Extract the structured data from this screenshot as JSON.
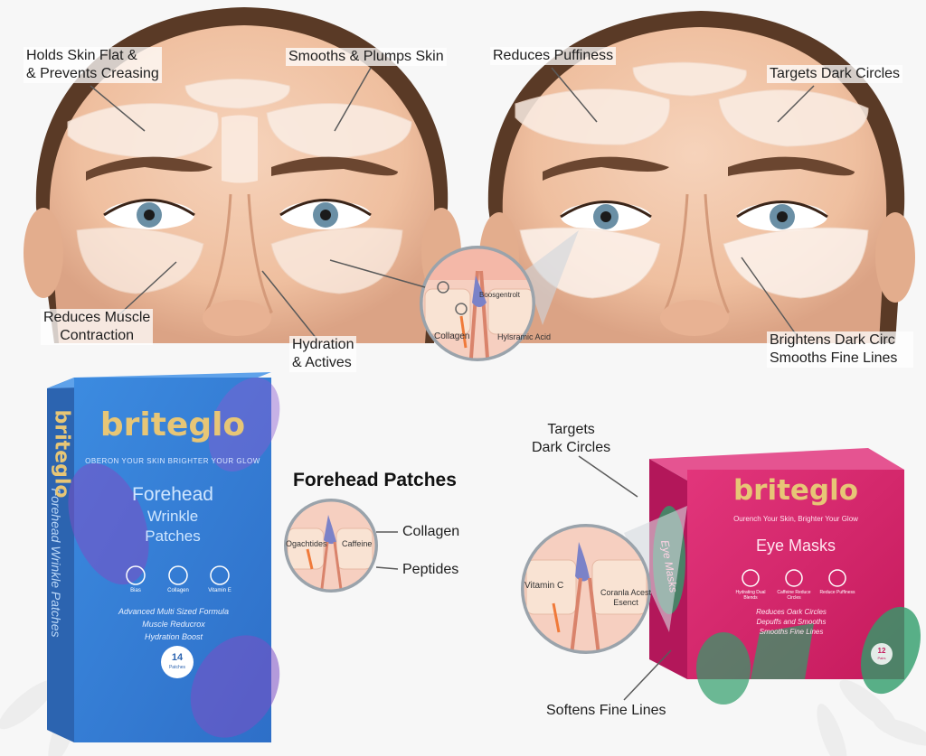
{
  "colors": {
    "background": "#f7f7f7",
    "skin": "#f2c6a8",
    "patch": "#fbeee5",
    "blue_box": "#3a86d6",
    "pink_box": "#d4246a",
    "brand_gold": "#e7c676"
  },
  "left_face": {
    "labels": {
      "holds_flat": "Holds Skin Flat &\n& Prevents Creasing",
      "smooths_plumps": "Smooths & Plumps Skin",
      "reduces_muscle": "Reduces Muscle\nContraction",
      "hydration": "Hydration\n& Actives"
    }
  },
  "right_face": {
    "labels": {
      "reduces_puffiness": "Reduces Puffiness",
      "targets_dark_circles": "Targets Dark Circles",
      "brightens": "Brightens Dark Circ\nSmooths Fine Lines"
    }
  },
  "top_inset": {
    "label_top": "Boosgentrolt",
    "label_left": "Collagen",
    "label_right": "Hylsramic Acid"
  },
  "forehead_box": {
    "brand": "briteglo",
    "spine_brand": "briteglo",
    "tagline": "OBERON YOUR SKIN BRIGHTER YOUR GLOW",
    "title_line1": "Forehead",
    "title_line2": "Wrinkle",
    "title_line3": "Patches",
    "icon_labels": [
      "Bias",
      "Collagen",
      "Vitamin E"
    ],
    "features": "Advanced Multi Sized Formula\nMuscle Reducrox\nHydration Boost",
    "count_number": "14",
    "count_unit": "Patches",
    "side_text": "Forehead Wrinkle Patches"
  },
  "forehead_section": {
    "title": "Forehead Patches",
    "inset_left": "Ogachtides",
    "inset_right": "Caffeine",
    "callout_collagen": "Collagen",
    "callout_peptides": "Peptides"
  },
  "eye_box": {
    "brand": "briteglo",
    "tagline": "Ourench Your Skin, Brighter Your Glow",
    "title": "Eye Masks",
    "icon_labels": [
      "Hydrating Dual Blends",
      "Caffeine Reduce Circles",
      "Reduce Puffiness"
    ],
    "features": "Reduces Oark Circles\nDepuffs and Smooths\nSmooths Fine Lines",
    "count_number": "12",
    "count_unit": "Pairs",
    "side_text": "Eye Masks",
    "callout_dark_circles": "Targets\nDark Circles",
    "callout_fine_lines": "Softens Fine Lines",
    "inset_left": "Vitamin C",
    "inset_right": "Coranla Acest\nEsenct"
  }
}
